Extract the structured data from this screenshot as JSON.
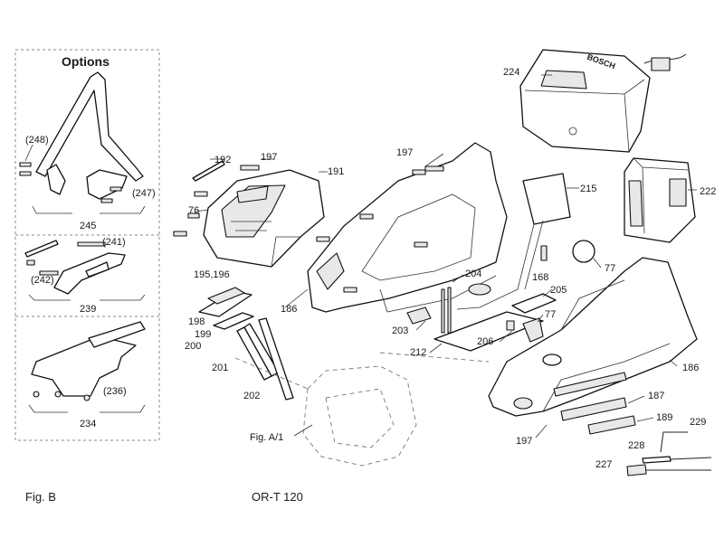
{
  "options": {
    "title": "Options",
    "groups": [
      {
        "total": "245",
        "parts": [
          "(248)",
          "(247)"
        ]
      },
      {
        "total": "239",
        "parts": [
          "(241)",
          "(242)"
        ]
      },
      {
        "total": "234",
        "parts": [
          "(236)"
        ]
      }
    ]
  },
  "labels": {
    "p76": "76",
    "p77a": "77",
    "p77b": "77",
    "p168": "168",
    "p186a": "186",
    "p186b": "186",
    "p187": "187",
    "p189": "189",
    "p191": "191",
    "p192": "192",
    "p195_196": "195,196",
    "p197a": "197",
    "p197b": "197",
    "p197c": "197",
    "p198": "198",
    "p199": "199",
    "p200": "200",
    "p201": "201",
    "p202": "202",
    "p203": "203",
    "p204": "204",
    "p205": "205",
    "p206": "206",
    "p212": "212",
    "p215": "215",
    "p222": "222",
    "p224": "224",
    "p227": "227",
    "p228": "228",
    "p229": "229",
    "fig_ref": "Fig. A/1"
  },
  "charger_brand": "BOSCH",
  "footer": {
    "figure": "Fig. B",
    "model": "OR-T 120"
  }
}
